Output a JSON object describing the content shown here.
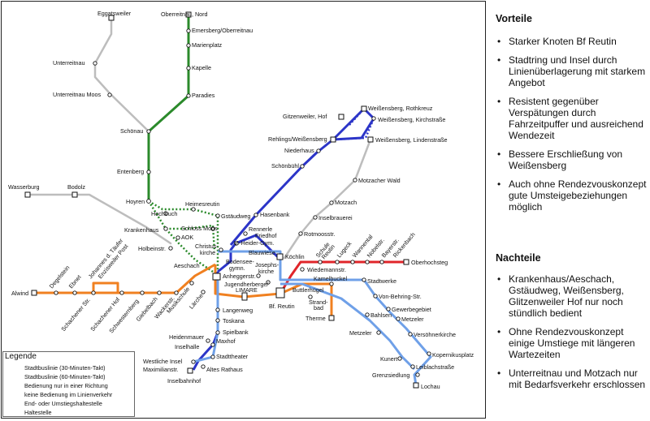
{
  "stations": {
    "eggatsweiler": "Eggatsweiler",
    "oberreitnau_nord": "Oberreitnau, Nord",
    "emersberg": "Emersberg/Oberreitnau",
    "marienplatz": "Marienplatz",
    "kapelle": "Kapelle",
    "paradies": "Paradies",
    "unterreitnau": "Unterreitnau",
    "unterreitnau_moos": "Unterreitnau Moos",
    "schoenau": "Schönau",
    "entenberg": "Entenberg",
    "hoyren": "Hoyren",
    "heimesreutin": "Heimesreutin",
    "hochbuch": "Hochbuch",
    "gstaeudweg": "Gstäudweg",
    "krankenhaus": "Krankenhaus",
    "schloss_moos": "Schloss Moos",
    "aok": "AOK",
    "holbeinstr": "Holbeinstr.",
    "christuskirche": "Christus-\nkirche",
    "wasserburg": "Wasserburg",
    "bodolz": "Bodolz",
    "alwind": "Alwind",
    "degelstein": "Degelstein",
    "ebnet": "Ebnet",
    "johannes": "Johannes d. Täufer",
    "enzisweiler_post": "Enzisweiler Post",
    "schachener_str": "Schachener Str.",
    "schachener_hof": "Schachener Hof",
    "schwesternberg": "Schwesternberg",
    "giebelbach": "Giebelbach",
    "wackerstr": "Wackerstr.",
    "musikschule": "Musikschule",
    "laerche": "Lärche",
    "aeschach": "Aeschach",
    "anheggerstr": "Anheggerstr.",
    "bodensee_gymn": "Bodensee-\ngymn.",
    "jugendherberge": "Jugendherberge/\nLIMARE",
    "josephskirche": "Josephs-\nkirche",
    "blauwiese": "Blauwiese",
    "koechlin": "Köchlin",
    "v_heider": "V.-Heider-Gym.",
    "friedhof": "Friedhof",
    "rennerle": "Rennerle",
    "hasenbank": "Hasenbank",
    "schoenbuehl": "Schönbühl",
    "niederhaus": "Niederhaus",
    "rehlings": "Rehlings/Weißensberg",
    "gitzenweiler": "Gitzenweiler, Hof",
    "weissensberg_rothkreuz": "Weißensberg, Rothkreuz",
    "weissensberg_kirch": "Weißensberg, Kirchstraße",
    "weissensberg_linden": "Weißensberg, Lindenstraße",
    "motzacher_wald": "Motzacher Wald",
    "motzach": "Motzach",
    "inselbrauerei": "Inselbrauerei",
    "rotmoosstr": "Rotmoosstr.",
    "schule_reutin": "Schule\nReutin",
    "lugeck": "Lugeck",
    "wannental": "Wannental",
    "nobelstr": "Nobelstr.",
    "bayerstr": "Bayerstr.",
    "rickenbach": "Rickenbach",
    "oberhochsteg": "Oberhochsteg",
    "bf_reutin": "Bf. Reutin",
    "wiedemannstr": "Wiedemannstr.",
    "kamelbuckel": "Kamelbuckel",
    "buttlerhuegel": "Buttlerhügel",
    "strandbad": "Strand-\nbad",
    "therme": "Therme",
    "stadtwerke": "Stadtwerke",
    "von_behring": "Von-Behring-Str.",
    "gewerbegebiet": "Gewerbegebiet",
    "metzeler_a": "Metzeler",
    "versoehnerkirche": "Versöhnerkirche",
    "bahlsen": "Bahlsen",
    "metzeler_b": "Metzeler",
    "kopernikusplatz": "Kopernikusplatz",
    "kunert": "Kunert",
    "leiblachstr": "Leiblachstraße",
    "grenzsiedlung": "Grenzsiedlung",
    "lochau": "Lochau",
    "langenweg": "Langenweg",
    "toskana": "Toskana",
    "spielbank": "Spielbank",
    "heidenmauer": "Heidenmauer",
    "inselhalle": "Inselhalle",
    "maxhof": "Maxhof",
    "stadttheater": "Stadttheater",
    "westliche_insel": "Westliche Insel",
    "maximilianstr": "Maximilianstr.",
    "altes_rathaus": "Altes Rathaus",
    "inselbahnhof": "Inselbahnhof"
  },
  "legend": {
    "title": "Legende",
    "items": [
      "Stadtbuslinie (30-Minuten-Takt)",
      "Stadtbuslinie (60-Minuten-Takt)",
      "Bedienung nur in einer Richtung",
      "keine Bedienung im Linienverkehr",
      "End- oder Umstiegshaltestelle",
      "Haltestelle"
    ]
  },
  "colors": {
    "green": "#2b8a2b",
    "blue": "#2c35c8",
    "orange": "#f08020",
    "red": "#e0252a",
    "lightblue": "#6fa0e8",
    "grey": "#bdbdbd"
  },
  "pros": {
    "title": "Vorteile",
    "items": [
      "Starker Knoten Bf Reutin",
      "Stadtring und Insel durch Linienüberlagerung mit starkem Angebot",
      "Resistent gegenüber Verspätungen durch Fahrzeitpuffer und ausreichend Wendezeit",
      "Bessere Erschließung von Weißensberg",
      "Auch ohne Rendezvouskonzept gute Umsteigebeziehungen möglich"
    ]
  },
  "cons": {
    "title": "Nachteile",
    "items": [
      "Krankenhaus/Aeschach, Gstäudweg, Weißensberg, Glitzenweiler Hof nur noch stündlich bedient",
      "Ohne Rendezvouskonzept einige Umstiege mit längeren Wartezeiten",
      "Unterreitnau und Motzach nur mit Bedarfsverkehr erschlossen"
    ]
  }
}
